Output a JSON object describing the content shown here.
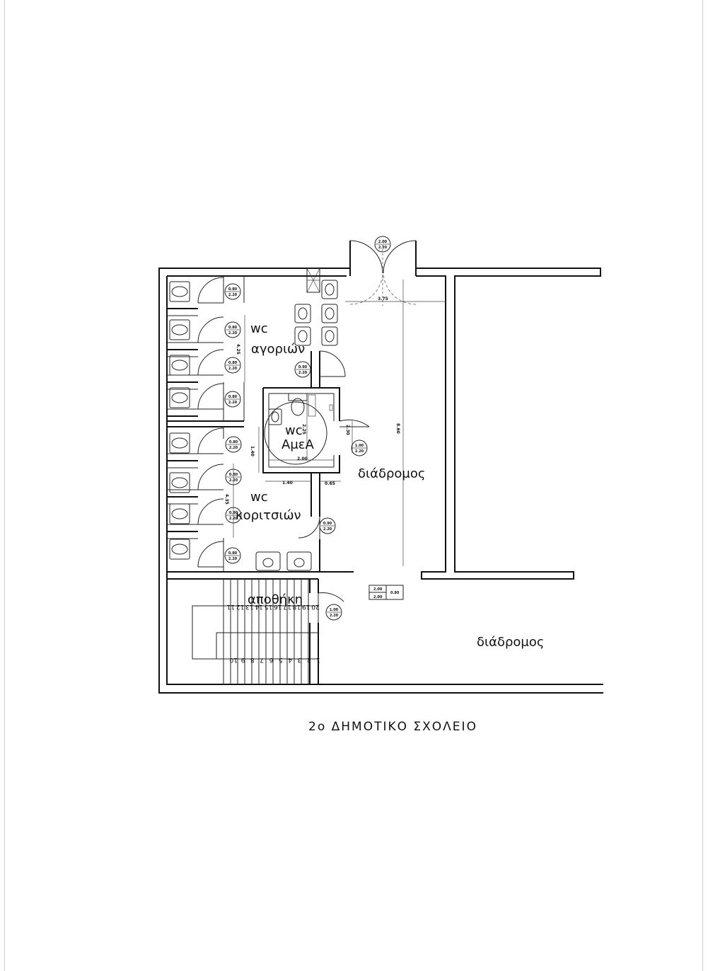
{
  "title": "2ο ΔΗΜΟΤΙΚΟ ΣΧΟΛΕΙΟ",
  "rooms": {
    "wc_boys_1": "wc",
    "wc_boys_2": "αγοριών",
    "wc_amea_1": "wc",
    "wc_amea_2": "ΑμεΑ",
    "wc_girls_1": "wc",
    "wc_girls_2": "κοριτσιών",
    "corridor_1": "διάδρομος",
    "corridor_2": "διάδρομος",
    "storage": "αποθήκη"
  },
  "dimensions": {
    "d_375": "3.75",
    "d_860": "8.60",
    "d_425": "4.25",
    "d_435": "4.35",
    "d_140v": "1.40",
    "d_140h": "1.40",
    "d_065": "0.65",
    "d_200": "2.00",
    "d_225": "2.25",
    "d_230": "2.30"
  },
  "door_tags": {
    "entrance": [
      "2.00",
      "2.20"
    ],
    "boys_stall_1": [
      "0.80",
      "2.20"
    ],
    "boys_stall_2": [
      "0.80",
      "2.20"
    ],
    "boys_stall_3": [
      "0.80",
      "2.20"
    ],
    "boys_stall_4": [
      "0.80",
      "2.20"
    ],
    "girls_stall_1": [
      "0.80",
      "2.20"
    ],
    "girls_stall_2": [
      "0.80",
      "2.20"
    ],
    "girls_stall_3": [
      "0.80",
      "2.20"
    ],
    "girls_stall_4": [
      "0.80",
      "2.20"
    ],
    "boys_door": [
      "0.90",
      "2.20"
    ],
    "girls_door": [
      "0.90",
      "2.20"
    ],
    "amea_door": [
      "1.00",
      "2.20"
    ],
    "storage_door": [
      "1.00",
      "2.20"
    ]
  },
  "window_tag": {
    "a": "2.00",
    "b": "2.00",
    "c": "0.80"
  },
  "stairs": {
    "bottom_steps": [
      "1",
      "2",
      "3",
      "4",
      "5",
      "6",
      "7",
      "8",
      "9",
      "10"
    ],
    "top_steps": [
      "20",
      "19",
      "18",
      "17",
      "16",
      "15",
      "14",
      "13",
      "12",
      "11"
    ]
  }
}
